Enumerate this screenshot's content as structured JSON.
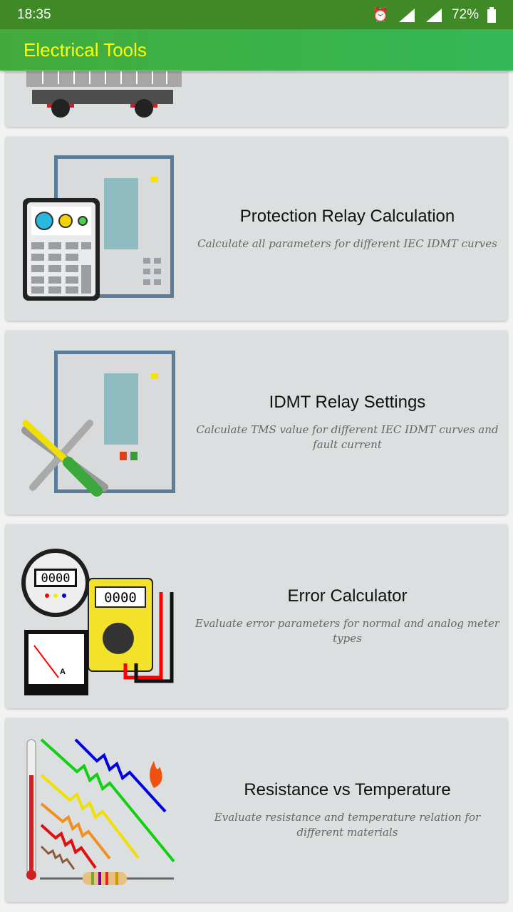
{
  "status": {
    "time": "18:35",
    "battery": "72%",
    "icons": [
      "alarm-icon",
      "signal-icon",
      "signal-icon",
      "battery-icon"
    ]
  },
  "appbar": {
    "title": "Electrical Tools"
  },
  "cards": [
    {
      "title": "Protection Relay Calculation",
      "subtitle": "Calculate all parameters for different IEC IDMT curves"
    },
    {
      "title": "IDMT Relay Settings",
      "subtitle": "Calculate TMS value for different IEC IDMT curves and fault current"
    },
    {
      "title": "Error Calculator",
      "subtitle": "Evaluate error parameters for normal and analog meter types"
    },
    {
      "title": "Resistance vs Temperature",
      "subtitle": "Evaluate resistance and temperature relation for different materials"
    }
  ],
  "illustrations": {
    "meter_display": "0000",
    "ammeter_label": "A"
  }
}
